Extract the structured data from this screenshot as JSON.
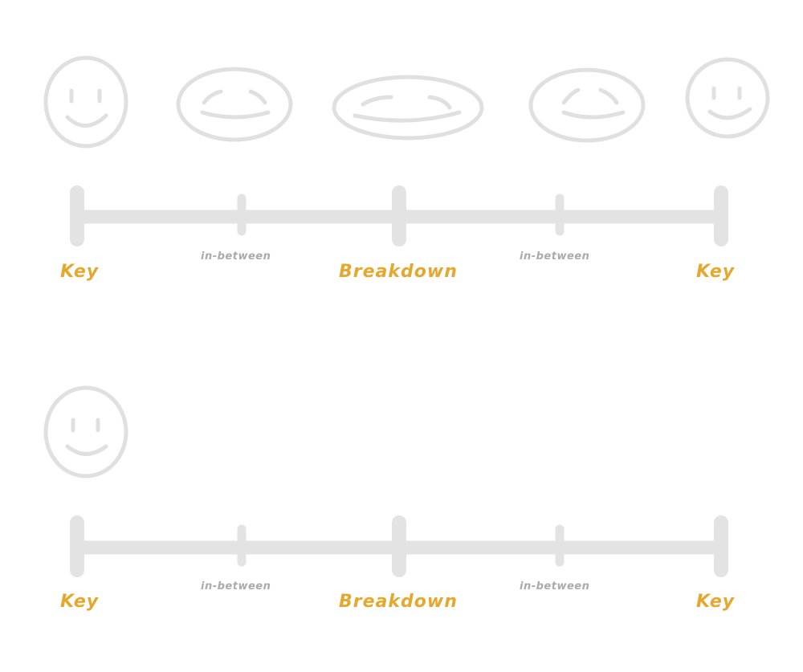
{
  "colors": {
    "face_stroke": "#e0e0e0",
    "timeline": "#e3e3e3",
    "main_label": "#e5a82e",
    "sub_label": "#aaaaaa"
  },
  "rows": [
    {
      "faces": [
        "smile-face",
        "squash-face-1",
        "squash-face-2",
        "squash-face-3",
        "smile-face"
      ],
      "labels": {
        "key_start": "Key",
        "in_between_1": "in-between",
        "breakdown": "Breakdown",
        "in_between_2": "in-between",
        "key_end": "Key"
      }
    },
    {
      "faces": [
        "smile-face"
      ],
      "labels": {
        "key_start": "Key",
        "in_between_1": "in-between",
        "breakdown": "Breakdown",
        "in_between_2": "in-between",
        "key_end": "Key"
      }
    }
  ]
}
